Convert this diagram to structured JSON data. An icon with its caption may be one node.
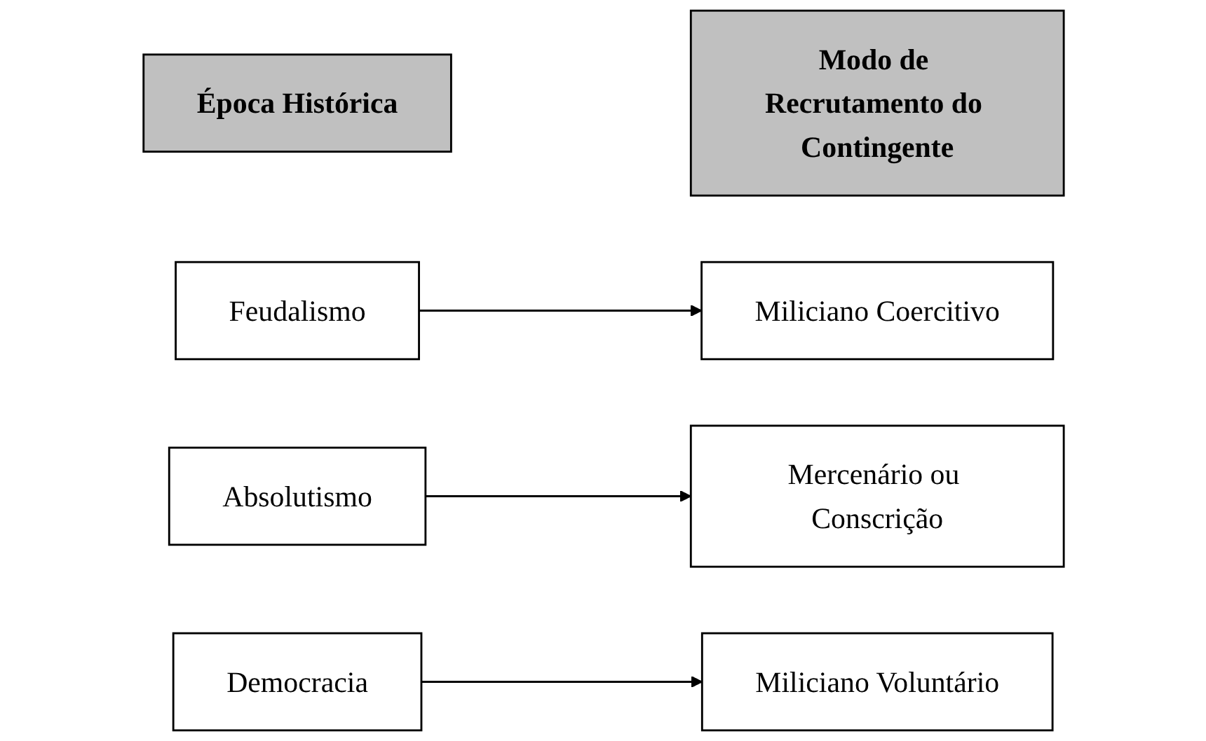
{
  "diagram": {
    "nodes": [
      {
        "text": [
          "Época Histórica"
        ]
      },
      {
        "text": [
          "Modo de Recrutamento do Contingente"
        ]
      },
      {
        "text": [
          "Feudalismo"
        ]
      },
      {
        "text": [
          "Miliciano Coercitivo"
        ]
      },
      {
        "text": [
          "Absolutismo"
        ]
      },
      {
        "text": [
          "Mercenário ou Conscrição"
        ]
      },
      {
        "text": [
          "Democracia"
        ]
      },
      {
        "text": [
          "Miliciano Voluntário"
        ]
      }
    ],
    "edges": [
      {
        "from": 2,
        "to": 3,
        "arrow": "to"
      },
      {
        "from": 4,
        "to": 5,
        "arrow": "to"
      },
      {
        "from": 6,
        "to": 7,
        "arrow": "to"
      }
    ]
  }
}
